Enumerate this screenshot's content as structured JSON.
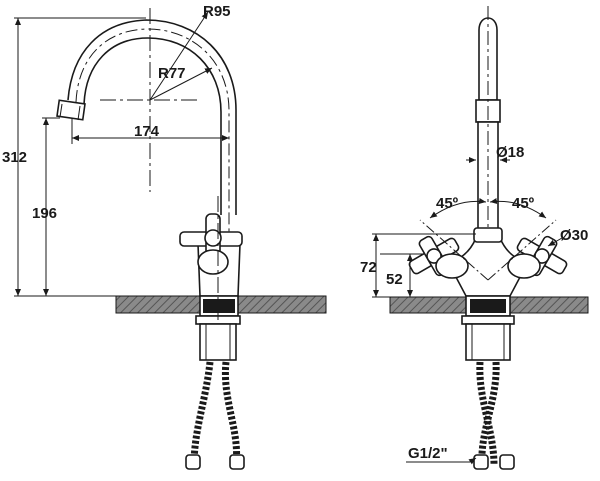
{
  "drawing": {
    "side_view": {
      "radius_outer": "R95",
      "radius_inner": "R77",
      "spout_reach": "174",
      "total_height": "312",
      "spout_height": "196"
    },
    "front_view": {
      "stem_diameter": "Ø18",
      "handle_angle_left": "45º",
      "handle_angle_right": "45º",
      "handle_diameter": "Ø30",
      "body_height": "72",
      "handle_axis_height": "52",
      "connection_thread": "G1/2\""
    }
  }
}
